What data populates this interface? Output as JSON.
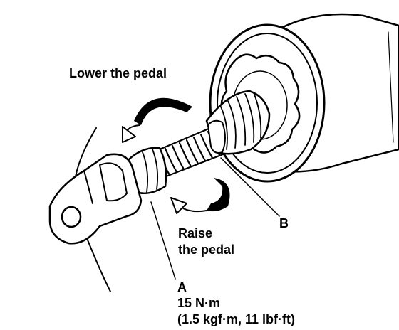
{
  "labels": {
    "lower": "Lower the pedal",
    "raise_line1": "Raise",
    "raise_line2": "the pedal",
    "b": "B",
    "a": "A",
    "torque_line1": "15 N·m",
    "torque_line2": "(1.5 kgf·m, 11 lbf·ft)"
  },
  "colors": {
    "ink": "#000000",
    "paper": "#ffffff"
  }
}
